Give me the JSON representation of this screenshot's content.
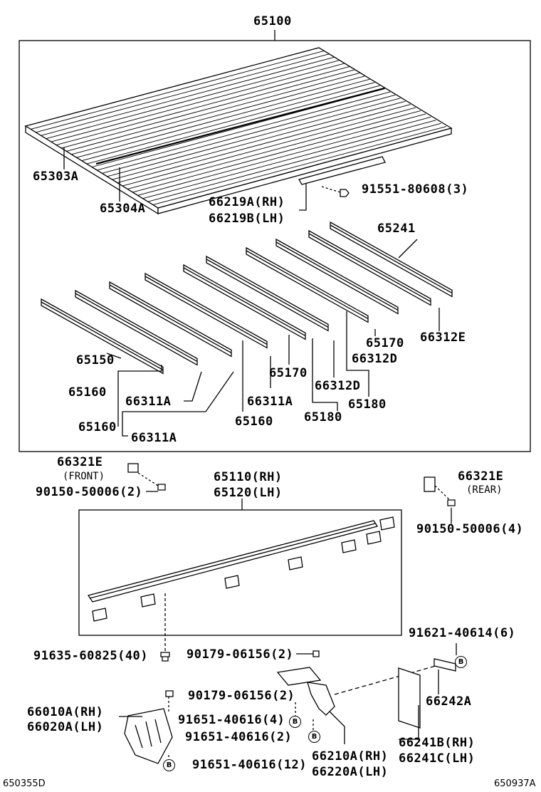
{
  "top_assembly": "65100",
  "top_labels": {
    "l65303A": "65303A",
    "l65304A": "65304A",
    "l66219A": "66219A(RH)",
    "l66219B": "66219B(LH)",
    "l91551": "91551-80608(3)",
    "l65241": "65241",
    "l66312E": "66312E",
    "l65170a": "65170",
    "l66312Da": "66312D",
    "l65150": "65150",
    "l65170b": "65170",
    "l66312Db": "66312D",
    "l65180a": "65180",
    "l65160a": "65160",
    "l66311Aa": "66311A",
    "l66311Ab": "66311A",
    "l65160b": "65160",
    "l66311Ac": "66311A",
    "l65160c": "65160",
    "l65180b": "65180"
  },
  "mid_labels": {
    "l66321E_front": "66321E",
    "front": "(FRONT)",
    "l90150_front": "90150-50006(2)",
    "l65110": "65110(RH)",
    "l65120": "65120(LH)",
    "l66321E_rear": "66321E",
    "rear": "(REAR)",
    "l90150_rear": "90150-50006(4)"
  },
  "bottom_labels": {
    "l91621": "91621-40614(6)",
    "l91635": "91635-60825(40)",
    "l90179a": "90179-06156(2)",
    "l66242A": "66242A",
    "l90179b": "90179-06156(2)",
    "l66010A": "66010A(RH)",
    "l66020A": "66020A(LH)",
    "l91651a": "91651-40616(4)",
    "l91651b": "91651-40616(2)",
    "l91651c": "91651-40616(12)",
    "l66210A": "66210A(RH)",
    "l66220A": "66220A(LH)",
    "l66241B": "66241B(RH)",
    "l66241C": "66241C(LH)"
  },
  "callout_letter": "B",
  "footer": {
    "left_code": "650355D",
    "right_code": "650937A"
  }
}
